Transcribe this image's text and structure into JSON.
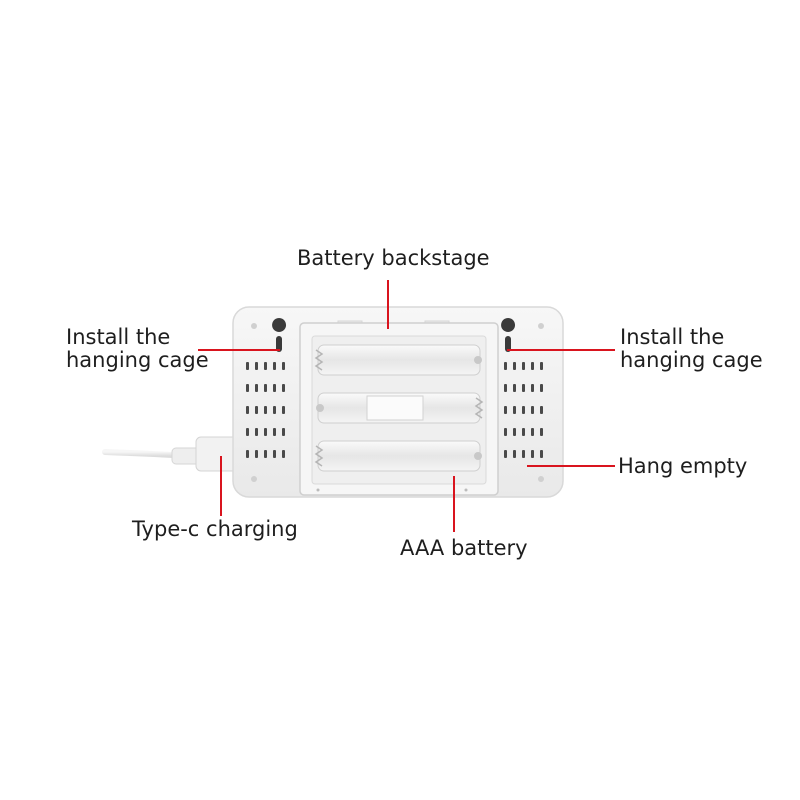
{
  "colors": {
    "callout_line": "#d9141e",
    "label_text": "#1e1e1e",
    "device_body": "#f3f3f3",
    "device_edge": "#dcdcdc"
  },
  "callouts": {
    "battery_backstage": "Battery backstage",
    "hanging_left_line1": "Install the",
    "hanging_left_line2": "hanging cage",
    "hanging_right_line1": "Install the",
    "hanging_right_line2": "hanging cage",
    "hang_empty": "Hang empty",
    "type_c": "Type-c charging",
    "aaa_battery": "AAA battery"
  },
  "icons": [
    "hanging-slot-icon",
    "battery-icon",
    "usb-cable-icon"
  ]
}
